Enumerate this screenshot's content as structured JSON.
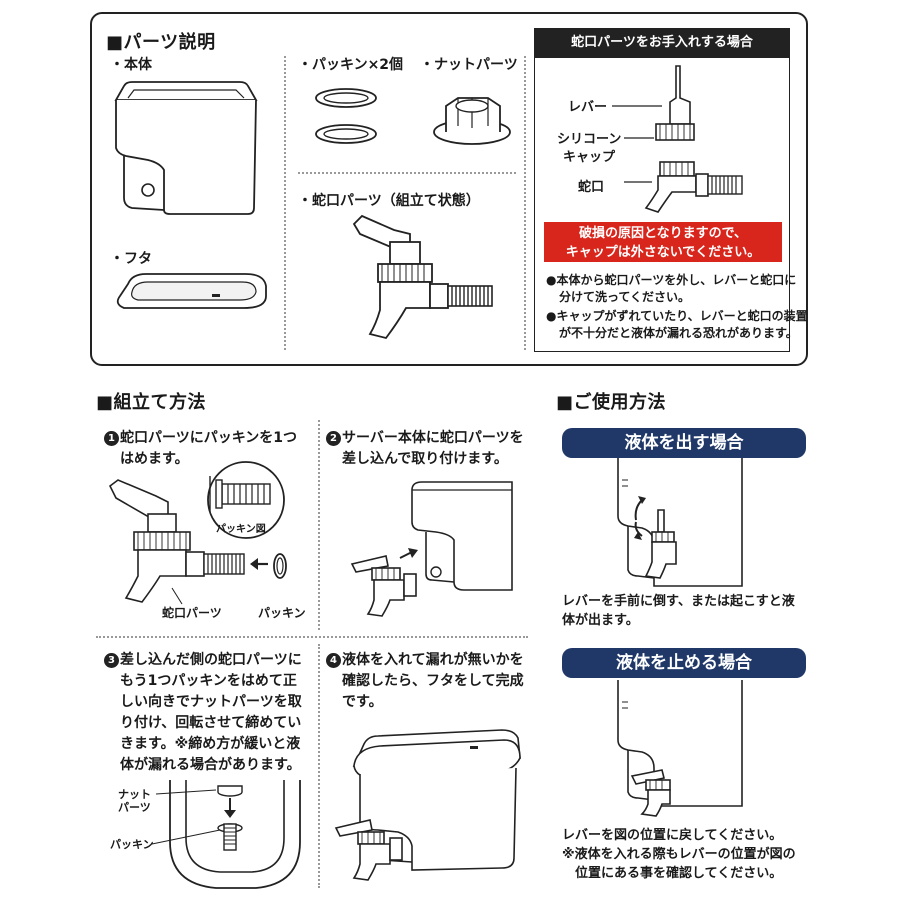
{
  "parts": {
    "title": "■パーツ説明",
    "body_label": "・本体",
    "lid_label": "・フタ",
    "packing_label": "・パッキン×2個",
    "nut_label": "・ナットパーツ",
    "faucet_label": "・蛇口パーツ（組立て状態）"
  },
  "care": {
    "title": "蛇口パーツをお手入れする場合",
    "lever_label": "レバー",
    "cap_label_1": "シリコーン",
    "cap_label_2": "キャップ",
    "faucet_label": "蛇口",
    "warning_1": "破損の原因となりますので、",
    "warning_2": "キャップは外さないでください。",
    "note1_1": "●本体から蛇口パーツを外し、レバーと蛇口に",
    "note1_2": "分けて洗ってください。",
    "note2_1": "●キャップがずれていたり、レバーと蛇口の装置",
    "note2_2": "が不十分だと液体が漏れる恐れがあります。",
    "warning_color": "#d9261c"
  },
  "assembly": {
    "title": "■組立て方法",
    "step1_num": "1",
    "step1_line1": "蛇口パーツにパッキンを1つ",
    "step1_line2": "はめます。",
    "step1_callout": "パッキン図",
    "step1_faucet_label": "蛇口パーツ",
    "step1_packing_label": "パッキン",
    "step2_num": "2",
    "step2_line1": "サーバー本体に蛇口パーツを",
    "step2_line2": "差し込んで取り付けます。",
    "step3_num": "3",
    "step3_line1": "差し込んだ側の蛇口パーツに",
    "step3_line2": "もう1つパッキンをはめて正",
    "step3_line3": "しい向きでナットパーツを取",
    "step3_line4": "り付け、回転させて締めてい",
    "step3_line5": "きます。※締め方が緩いと液",
    "step3_line6": "体が漏れる場合があります。",
    "step3_nut_1": "ナット",
    "step3_nut_2": "パーツ",
    "step3_packing": "パッキン",
    "step4_num": "4",
    "step4_line1": "液体を入れて漏れが無いかを",
    "step4_line2": "確認したら、フタをして完成",
    "step4_line3": "です。"
  },
  "usage": {
    "title": "■ご使用方法",
    "dispense_title": "液体を出す場合",
    "dispense_1": "レバーを手前に倒す、または起こすと液",
    "dispense_2": "体が出ます。",
    "stop_title": "液体を止める場合",
    "stop_1": "レバーを図の位置に戻してください。",
    "stop_2": "※液体を入れる際もレバーの位置が図の",
    "stop_3": "位置にある事を確認してください。",
    "pill_color": "#1f3868"
  }
}
